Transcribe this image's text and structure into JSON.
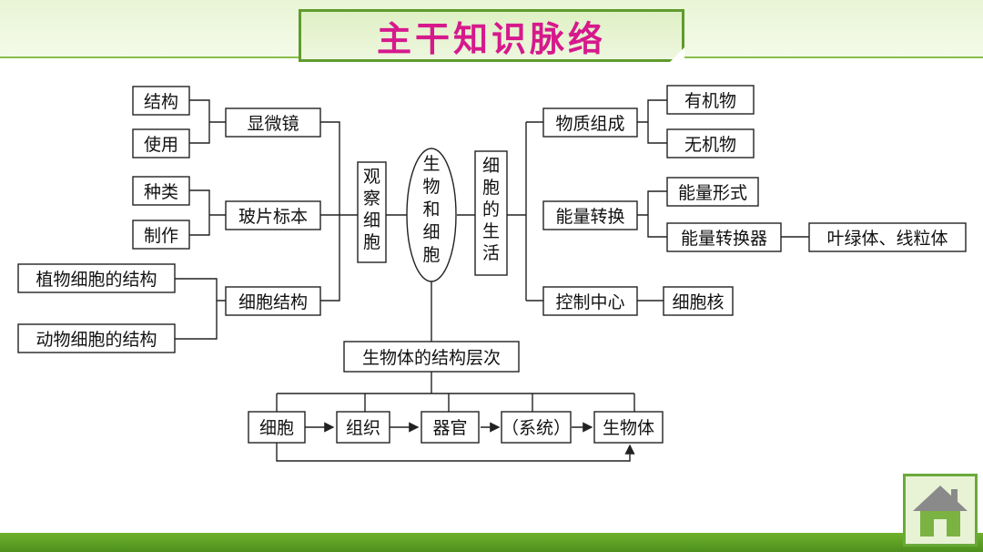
{
  "title": "主干知识脉络",
  "diagram": {
    "center": "生物和细胞",
    "left_branch": {
      "label": "观察细胞",
      "groups": [
        {
          "label": "显微镜",
          "children": [
            "结构",
            "使用"
          ]
        },
        {
          "label": "玻片标本",
          "children": [
            "种类",
            "制作"
          ]
        },
        {
          "label": "细胞结构",
          "children": [
            "植物细胞的结构",
            "动物细胞的结构"
          ]
        }
      ]
    },
    "right_branch": {
      "label": "细胞的生活",
      "groups": [
        {
          "label": "物质组成",
          "children": [
            "有机物",
            "无机物"
          ]
        },
        {
          "label": "能量转换",
          "children": [
            "能量形式",
            "能量转换器"
          ],
          "extra": "叶绿体、线粒体"
        },
        {
          "label": "控制中心",
          "children": [
            "细胞核"
          ]
        }
      ]
    },
    "hierarchy": {
      "label": "生物体的结构层次",
      "levels": [
        "细胞",
        "组织",
        "器官",
        "（系统）",
        "生物体"
      ]
    }
  },
  "colors": {
    "title": "#d6198c",
    "band": "#6fb12b"
  },
  "icons": {
    "home": "home-icon"
  }
}
